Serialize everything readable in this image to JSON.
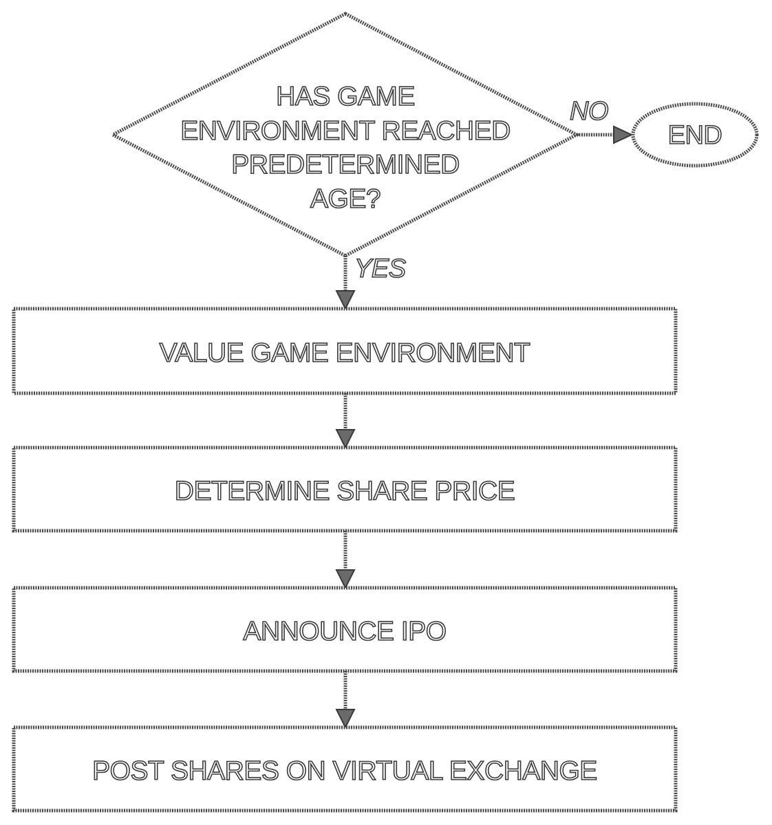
{
  "decision": {
    "lines": [
      "HAS GAME",
      "ENVIRONMENT REACHED",
      "PREDETERMINED",
      "AGE?"
    ]
  },
  "terminal": {
    "label": "END"
  },
  "edges": {
    "no_label": "NO",
    "yes_label": "YES"
  },
  "steps": [
    {
      "label": "VALUE GAME ENVIRONMENT"
    },
    {
      "label": "DETERMINE SHARE PRICE"
    },
    {
      "label": "ANNOUNCE IPO"
    },
    {
      "label": "POST SHARES ON VIRTUAL EXCHANGE"
    }
  ]
}
